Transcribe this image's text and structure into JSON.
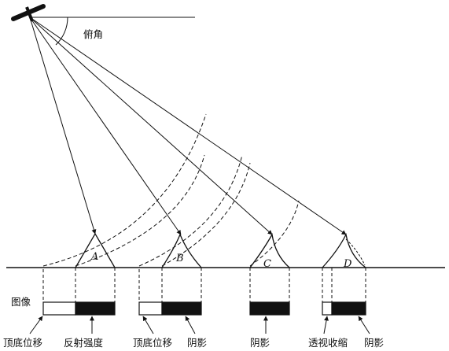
{
  "labels": {
    "depression_angle": "俯角",
    "image": "图像",
    "bottom": [
      "顶底位移",
      "反射强度",
      "顶底位移",
      "阴影",
      "阴影",
      "透视收缩",
      "阴影"
    ]
  },
  "targets": [
    "A",
    "B",
    "C",
    "D"
  ],
  "colors": {
    "ink": "#111111",
    "paper": "#ffffff"
  }
}
